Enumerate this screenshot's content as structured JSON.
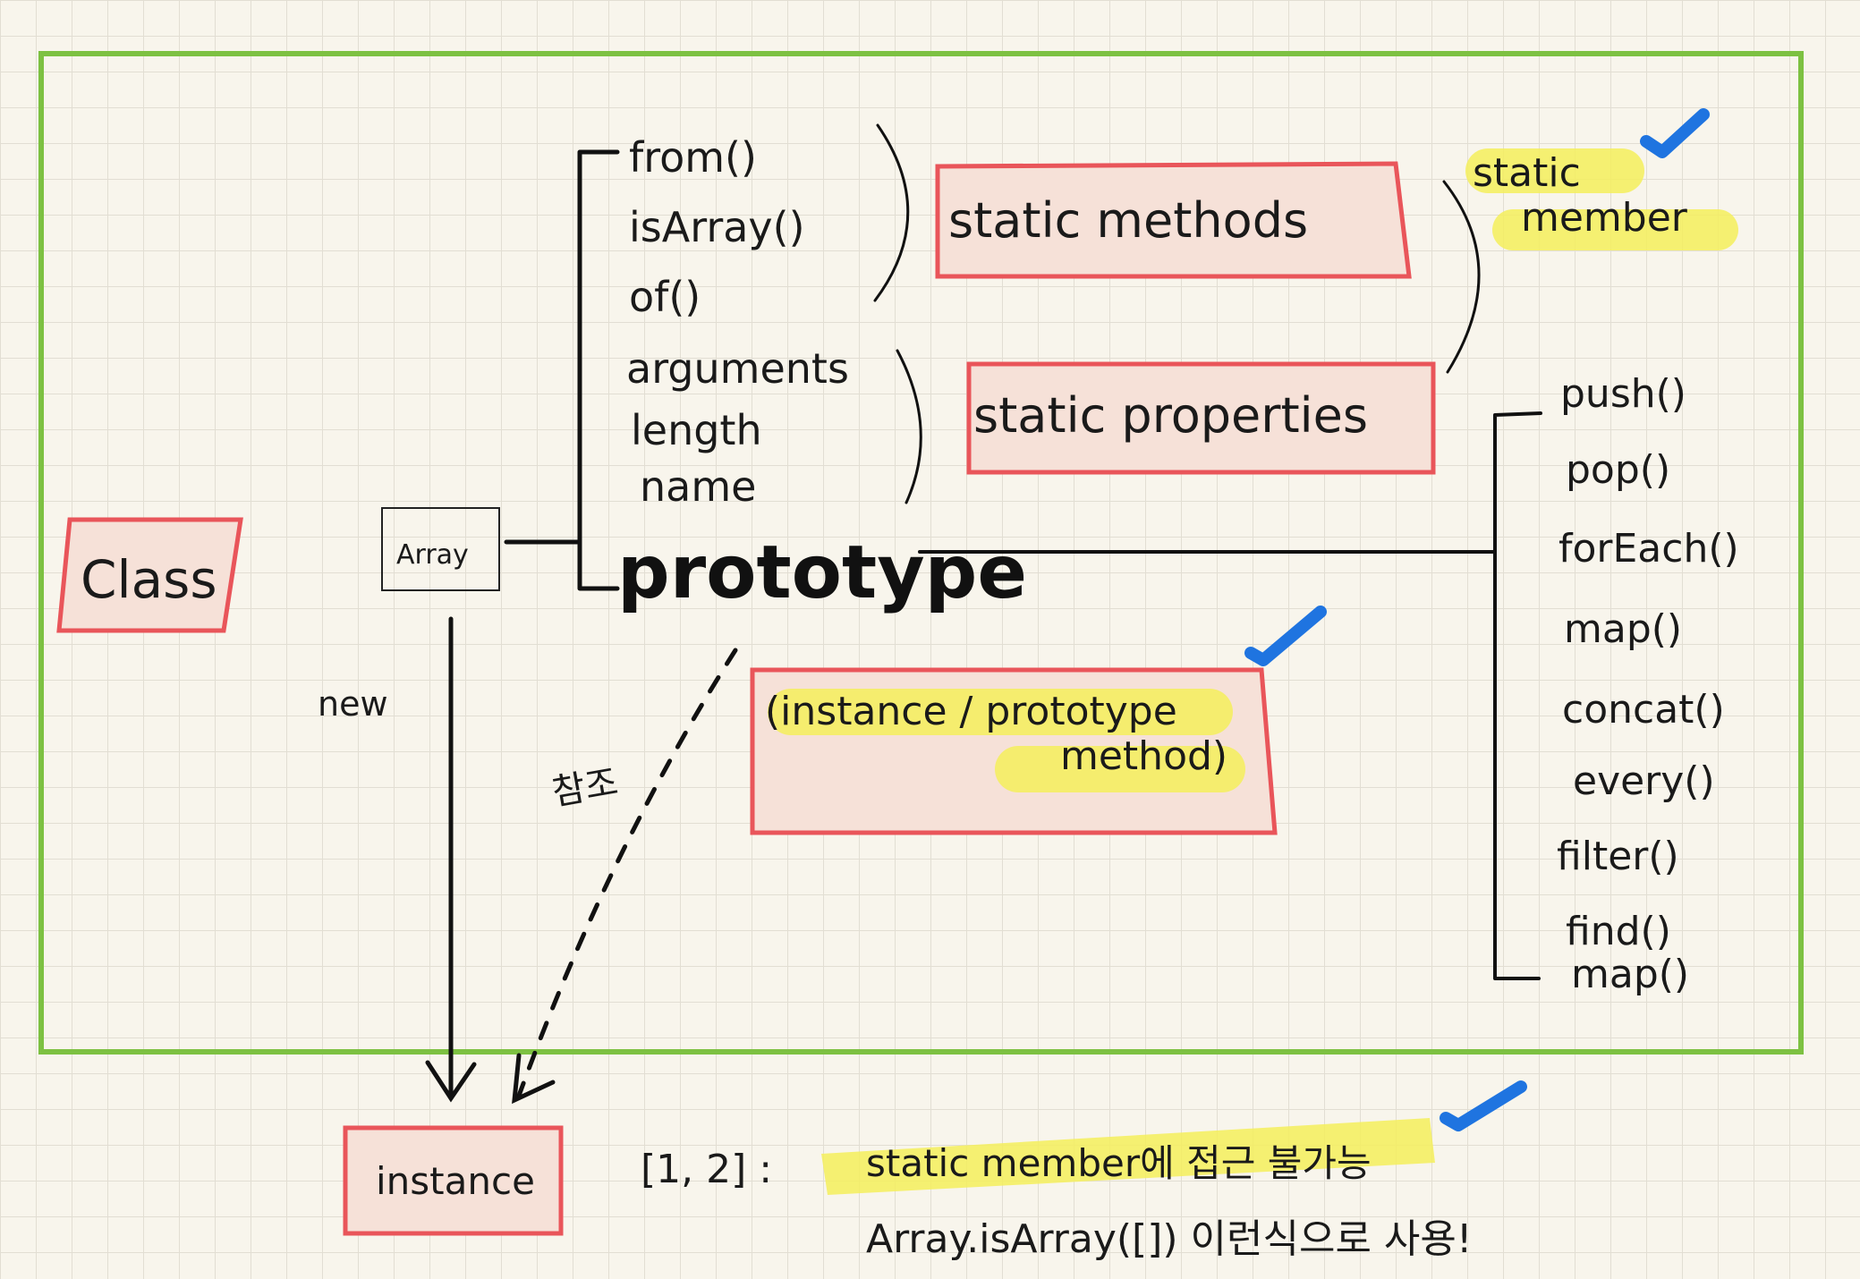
{
  "colors": {
    "frame": "#7dc142",
    "box_stroke": "#e9555a",
    "box_fill": "#f6e1d8",
    "highlight": "#f4ee5c",
    "check": "#1f74e0",
    "paper": "#f8f5ec",
    "grid": "#e2ded3"
  },
  "class_label": "Class",
  "array_label": "Array",
  "static_methods_list": [
    "from()",
    "isArray()",
    "of()"
  ],
  "static_properties_list": [
    "arguments",
    "length",
    "name"
  ],
  "prototype_label": "prototype",
  "static_methods_box": "static methods",
  "static_properties_box": "static properties",
  "static_member": [
    "static",
    "member"
  ],
  "instance_method_box": [
    "(instance / prototype",
    "method)"
  ],
  "prototype_methods": [
    "push()",
    "pop()",
    "forEach()",
    "map()",
    "concat()",
    "every()",
    "filter()",
    "find()",
    "map()"
  ],
  "new_label": "new",
  "reference_label": "참조",
  "instance_label": "instance",
  "note": {
    "example": "[1, 2] :",
    "line1": "static member에 접근 불가능",
    "line2": "Array.isArray([]) 이런식으로 사용!"
  }
}
